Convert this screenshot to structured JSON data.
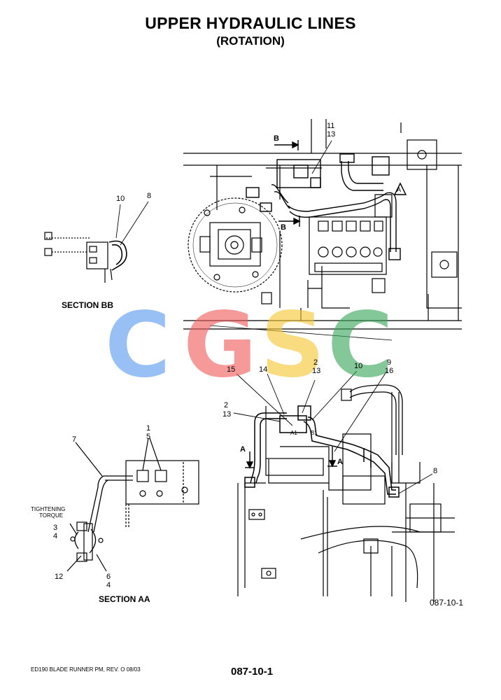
{
  "title": "UPPER HYDRAULIC LINES",
  "subtitle": "(ROTATION)",
  "section_labels": {
    "bb": "SECTION BB",
    "aa": "SECTION AA"
  },
  "note": {
    "line1": "TIGHTENING",
    "line2": "TORQUE"
  },
  "view_markers": {
    "b_top": "B",
    "b_bottom": "B",
    "a_left": "A",
    "a_right": "A",
    "a_corner": "A"
  },
  "callouts": {
    "c11": "11",
    "c13a": "13",
    "c10a": "10",
    "c8a": "8",
    "c15": "15",
    "c14": "14",
    "c2a": "2",
    "c13b": "13",
    "c10b": "10",
    "c9": "9",
    "c16": "16",
    "c2b": "2",
    "c13c": "13",
    "c8b": "8",
    "c1": "1",
    "c5": "5",
    "c7": "7",
    "c3": "3",
    "c4a": "4",
    "c12": "12",
    "c6": "6",
    "c4b": "4",
    "port_a1": "A1",
    "port_b1": "B1"
  },
  "figure_id": "087-10-1",
  "footer": {
    "left": "ED190 BLADE RUNNER PM, REV. O 08/03",
    "page": "087-10-1"
  },
  "watermark": {
    "letters": [
      "C",
      "G",
      "S",
      "C"
    ],
    "colors": [
      "#5b9bf0",
      "#ef5c5c",
      "#f5c832",
      "#3aa65a"
    ]
  }
}
